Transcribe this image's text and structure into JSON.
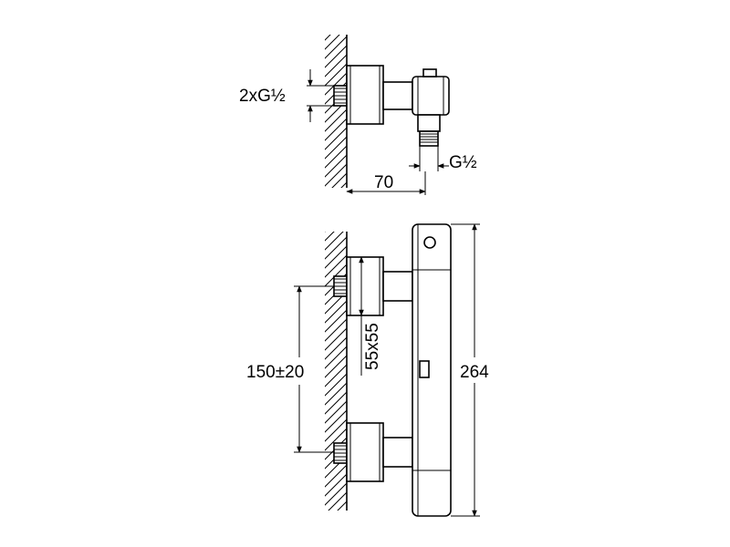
{
  "labels": {
    "inlet_thread": "2xG½",
    "outlet_thread": "G½",
    "projection": "70",
    "centers": "150±20",
    "escutcheon": "55x55",
    "height": "264"
  }
}
